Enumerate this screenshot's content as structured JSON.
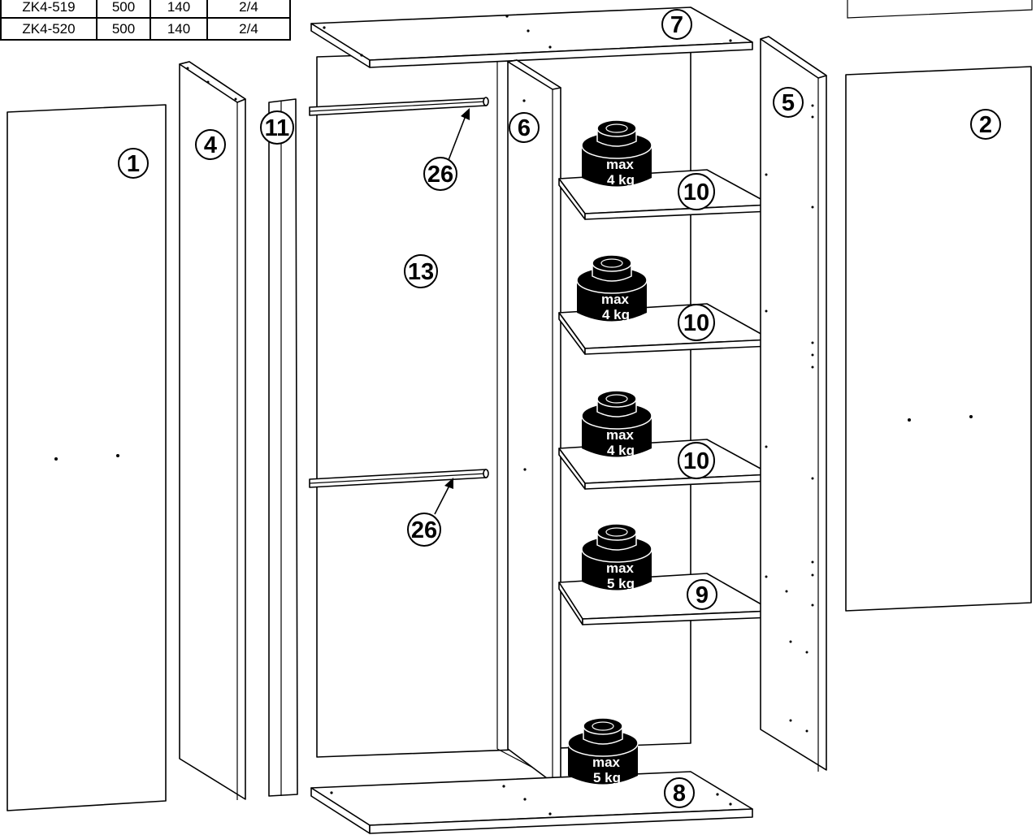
{
  "parts_table": {
    "rows": [
      {
        "code": "ZK4-519",
        "length": "500",
        "width": "140",
        "qty": "2/4"
      },
      {
        "code": "ZK4-520",
        "length": "500",
        "width": "140",
        "qty": "2/4"
      }
    ]
  },
  "part_labels": {
    "p1": "1",
    "p2": "2",
    "p4": "4",
    "p5": "5",
    "p6": "6",
    "p7": "7",
    "p8": "8",
    "p9": "9",
    "p10a": "10",
    "p10b": "10",
    "p10c": "10",
    "p11": "11",
    "p13": "13",
    "p26a": "26",
    "p26b": "26"
  },
  "weights": {
    "w1": {
      "line1": "max",
      "line2": "4 kg"
    },
    "w2": {
      "line1": "max",
      "line2": "4 kg"
    },
    "w3": {
      "line1": "max",
      "line2": "4 kg"
    },
    "w4": {
      "line1": "max",
      "line2": "5 kg"
    },
    "w5": {
      "line1": "max",
      "line2": "5 kg"
    }
  },
  "colors": {
    "line": "#000000",
    "panel": "#ffffff",
    "weight": "#000000",
    "weight_text": "#ffffff"
  }
}
